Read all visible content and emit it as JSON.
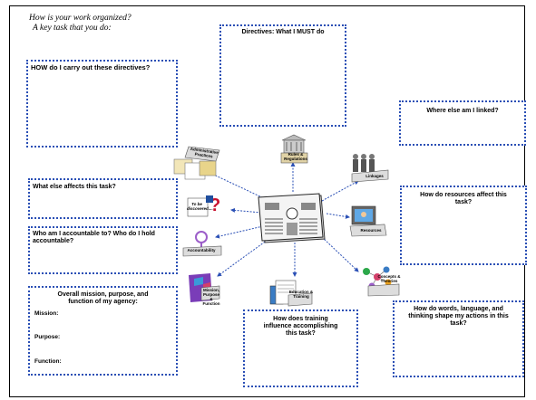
{
  "intro": {
    "line1": "How is your work organized?",
    "line2": "A key task that you do:"
  },
  "boxes": {
    "how": "HOW do I carry out these directives?",
    "directives": "Directives: What I MUST do",
    "linked": "Where else am I linked?",
    "affects": "What else affects this task?",
    "resources": "How do resources affect this task?",
    "accountable": "Who am I accountable to? Who do I hold accountable?",
    "mission_title": "Overall mission, purpose, and function of my agency:",
    "mission_label": "Mission:",
    "purpose_label": "Purpose:",
    "function_label": "Function:",
    "training": "How does training influence accomplishing this task?",
    "words": "How do words, language, and thinking shape my actions in this task?"
  },
  "icons": {
    "admin": "Administrative Practices",
    "rules": "Rules & Regulations",
    "linkages": "Linkages",
    "discovered": "To be discovered....",
    "resources": "Resources",
    "accountability": "Accountability",
    "mission": "Mission, Purpose & Function",
    "training": "Education & Training",
    "concepts": "Concepts & Theories"
  },
  "colors": {
    "box_border": "#2a4fb5",
    "arrow": "#2a4fb5"
  }
}
